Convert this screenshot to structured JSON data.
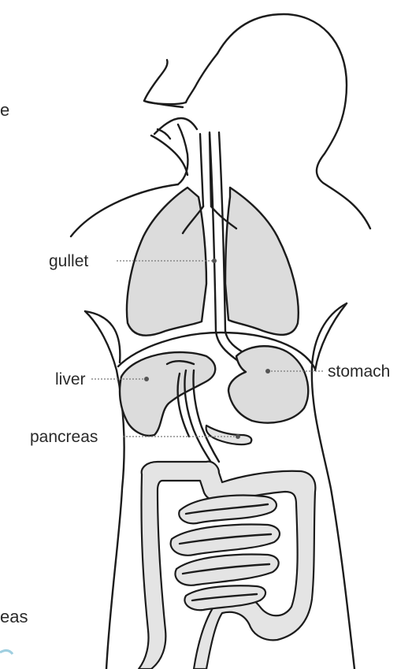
{
  "labels": {
    "gullet": "gullet",
    "stomach": "stomach",
    "liver": "liver",
    "pancreas": "pancreas"
  },
  "cropped_text": {
    "top_letter": "e",
    "bottom_fragment": "eas"
  },
  "colors": {
    "organ_fill": "#dcdcdc",
    "outline": "#1c1c1c",
    "leader": "#777777"
  }
}
